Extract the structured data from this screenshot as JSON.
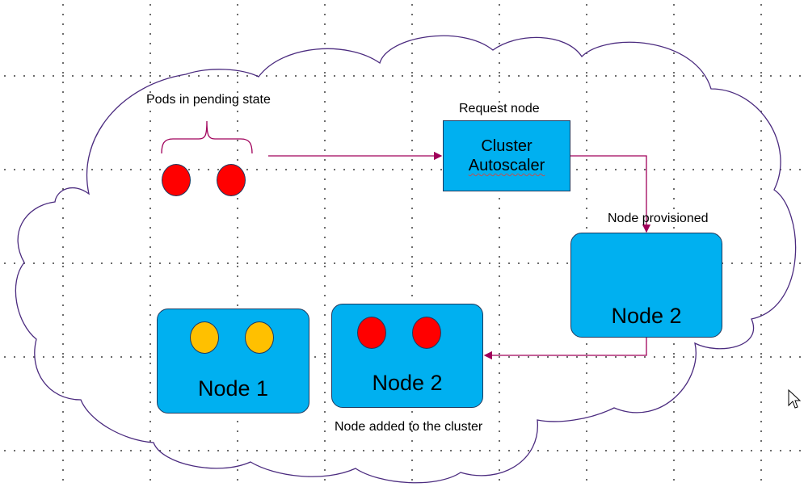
{
  "labels": {
    "pods_pending": "Pods in pending state",
    "request_node": "Request node",
    "node_provisioned": "Node provisioned",
    "node_added": "Node added to the cluster"
  },
  "boxes": {
    "autoscaler_line1": "Cluster",
    "autoscaler_line2": "Autoscaler",
    "node1": "Node 1",
    "node2_bottom": "Node 2",
    "node2_right": "Node 2"
  },
  "colors": {
    "box_fill": "#00b0f0",
    "pending_pod": "#ff0000",
    "running_pod": "#ffc000",
    "arrow": "#a0005a",
    "cloud_outline": "#4b2b7f"
  }
}
